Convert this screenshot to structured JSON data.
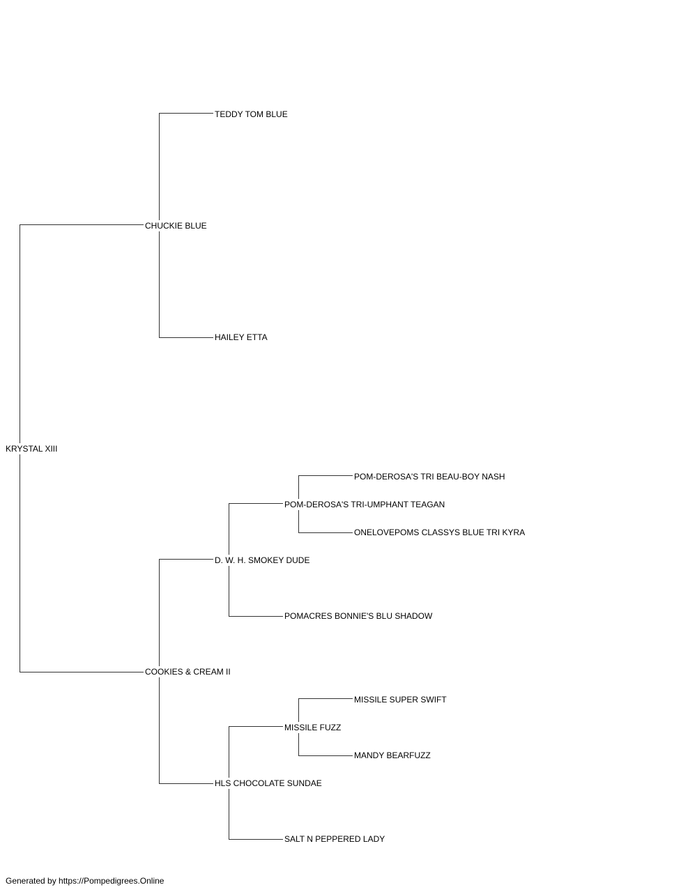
{
  "pedigree": {
    "subject": "KRYSTAL XIII",
    "sire": {
      "name": "CHUCKIE BLUE",
      "sire": {
        "name": "TEDDY TOM BLUE"
      },
      "dam": {
        "name": "HAILEY ETTA"
      }
    },
    "dam": {
      "name": "COOKIES & CREAM II",
      "sire": {
        "name": "D. W. H. SMOKEY DUDE",
        "sire": {
          "name": "POM-DEROSA'S TRI-UMPHANT TEAGAN",
          "sire": {
            "name": "POM-DEROSA'S TRI BEAU-BOY NASH"
          },
          "dam": {
            "name": "ONELOVEPOMS CLASSYS BLUE TRI KYRA"
          }
        },
        "dam": {
          "name": "POMACRES BONNIE'S BLU SHADOW"
        }
      },
      "dam": {
        "name": "HLS CHOCOLATE SUNDAE",
        "sire": {
          "name": "MISSILE FUZZ",
          "sire": {
            "name": "MISSILE SUPER SWIFT"
          },
          "dam": {
            "name": "MANDY BEARFUZZ"
          }
        },
        "dam": {
          "name": "SALT N PEPPERED LADY"
        }
      }
    }
  },
  "footer": {
    "text": "Generated by https://Pompedigrees.Online"
  },
  "colors": {
    "line": "#333333",
    "text": "#000000",
    "background": "#ffffff"
  }
}
